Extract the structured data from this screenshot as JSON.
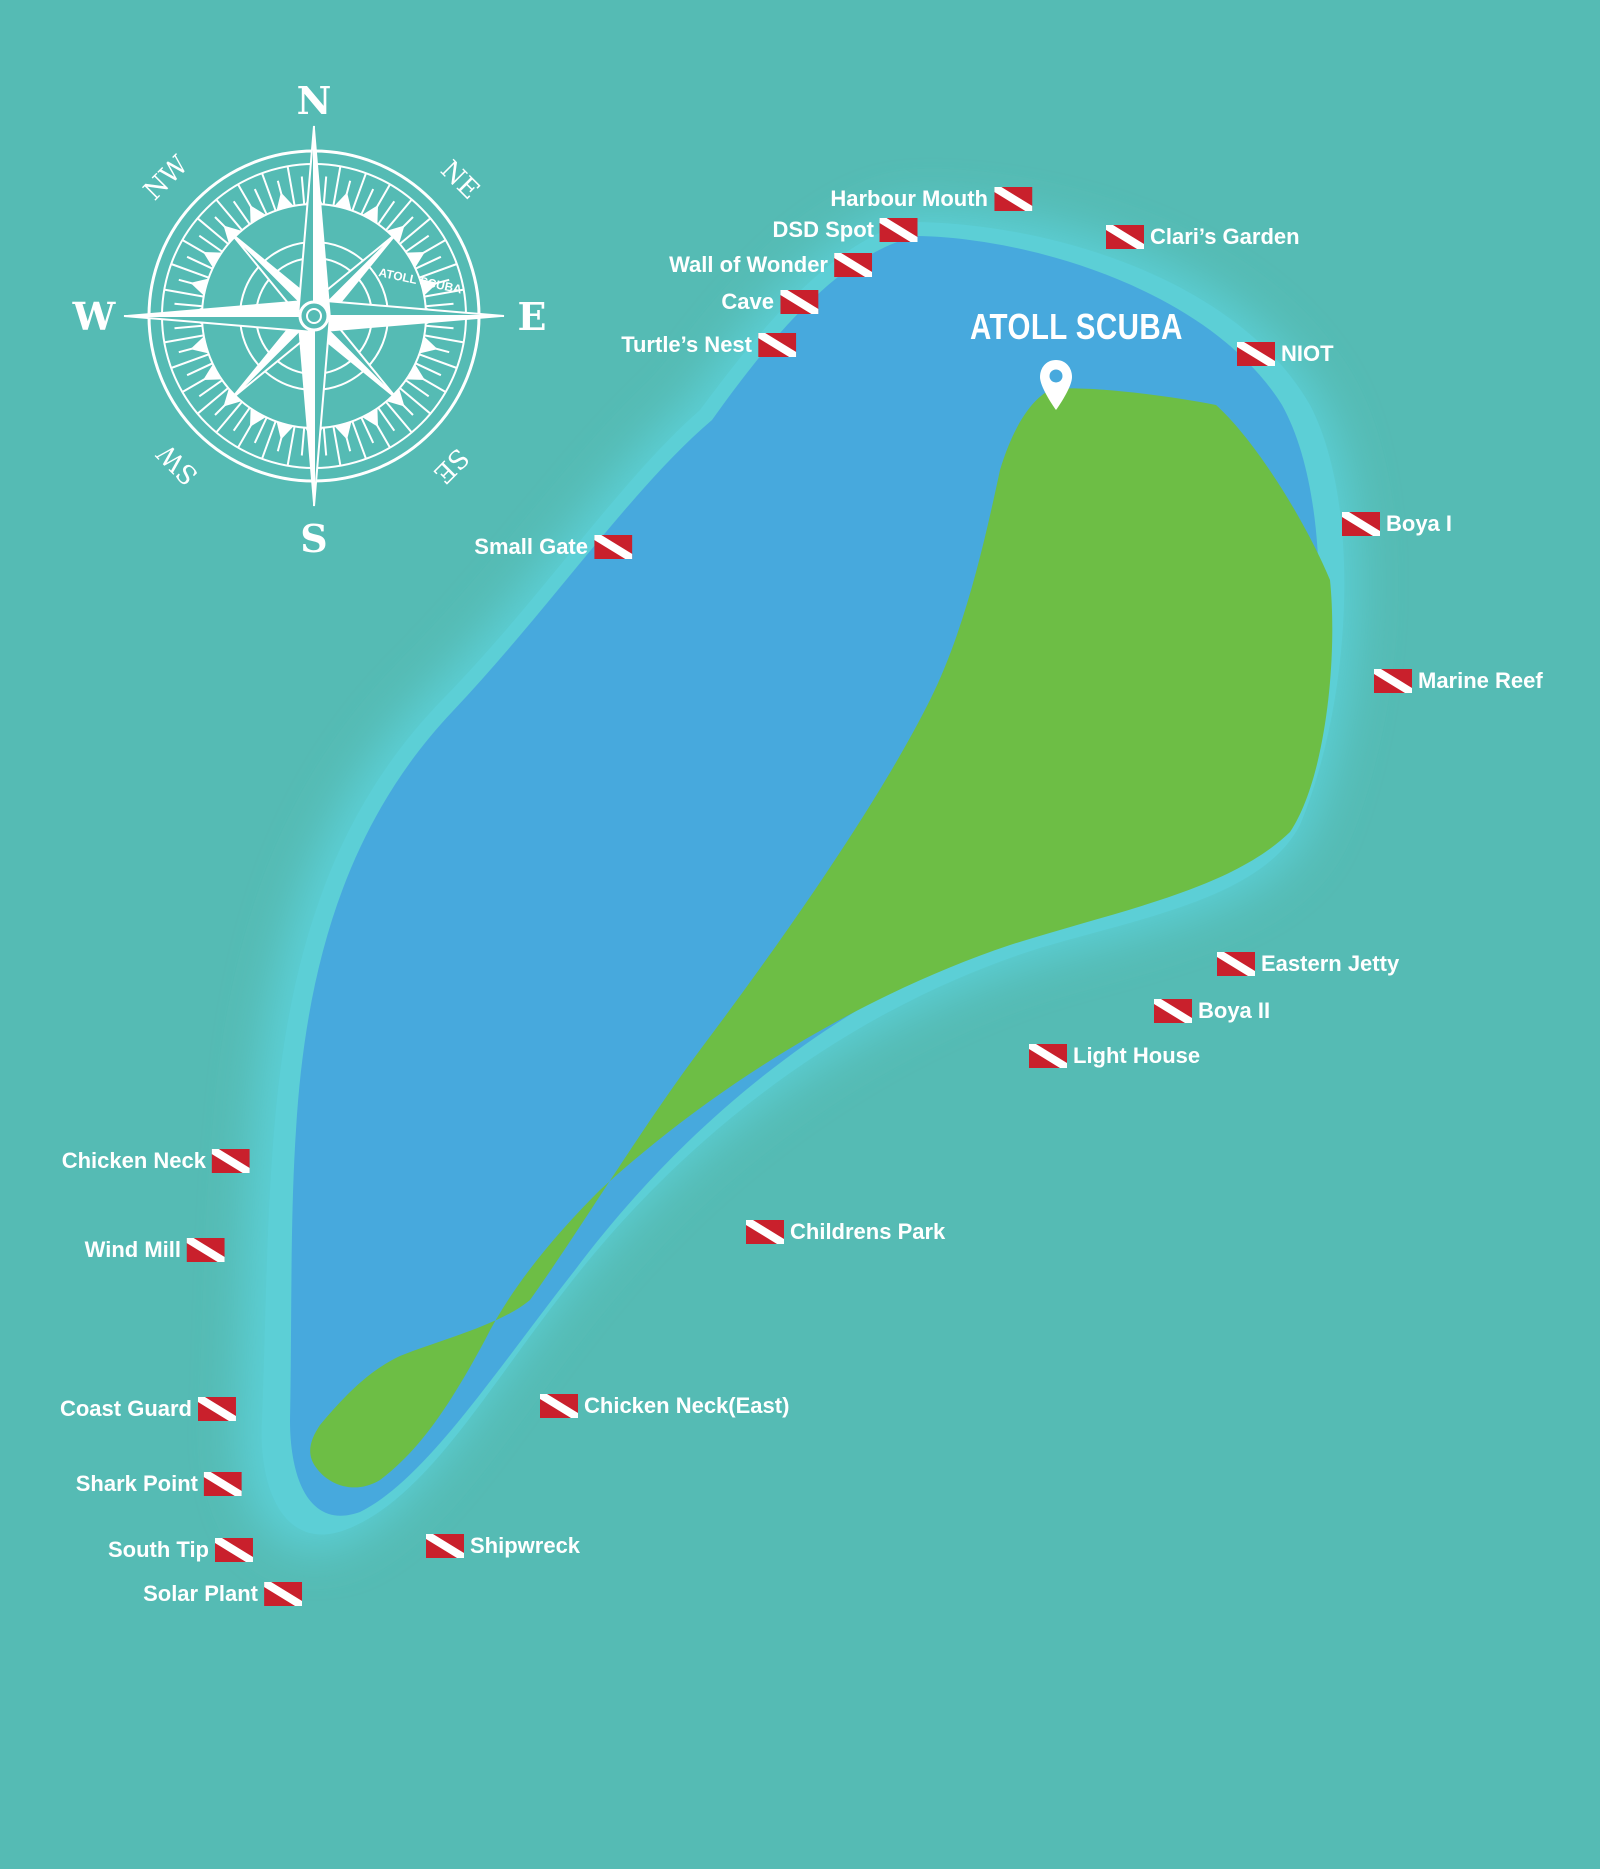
{
  "map": {
    "brand_label": "ATOLL SCUBA",
    "compass": {
      "N": "N",
      "S": "S",
      "E": "E",
      "W": "W",
      "NW": "NW",
      "NE": "NE",
      "SW": "SW",
      "SE": "SE",
      "ring_text": "ATOLL SCUBA"
    },
    "colors": {
      "ocean": "#55bbb4",
      "reef_glow": "#5ccfd6",
      "lagoon": "#47a9dd",
      "land": "#6dbe45",
      "flag_red": "#c9202c",
      "text": "#ffffff"
    },
    "dive_sites": [
      {
        "id": "harbour-mouth",
        "name": "Harbour Mouth"
      },
      {
        "id": "dsd-spot",
        "name": "DSD Spot"
      },
      {
        "id": "wall-of-wonder",
        "name": "Wall of Wonder"
      },
      {
        "id": "cave",
        "name": "Cave"
      },
      {
        "id": "turtles-nest",
        "name": "Turtle’s Nest"
      },
      {
        "id": "small-gate",
        "name": "Small Gate"
      },
      {
        "id": "claris-garden",
        "name": "Clari’s Garden"
      },
      {
        "id": "niot",
        "name": "NIOT"
      },
      {
        "id": "boya-1",
        "name": "Boya I"
      },
      {
        "id": "marine-reef",
        "name": "Marine Reef"
      },
      {
        "id": "eastern-jetty",
        "name": "Eastern Jetty"
      },
      {
        "id": "boya-2",
        "name": "Boya II"
      },
      {
        "id": "light-house",
        "name": "Light House"
      },
      {
        "id": "chicken-neck",
        "name": "Chicken Neck"
      },
      {
        "id": "wind-mill",
        "name": "Wind Mill"
      },
      {
        "id": "childrens-park",
        "name": "Childrens Park"
      },
      {
        "id": "coast-guard",
        "name": "Coast Guard"
      },
      {
        "id": "chicken-neck-east",
        "name": "Chicken Neck(East)"
      },
      {
        "id": "shark-point",
        "name": "Shark Point"
      },
      {
        "id": "south-tip",
        "name": "South Tip"
      },
      {
        "id": "shipwreck",
        "name": "Shipwreck"
      },
      {
        "id": "solar-plant",
        "name": "Solar Plant"
      }
    ]
  }
}
